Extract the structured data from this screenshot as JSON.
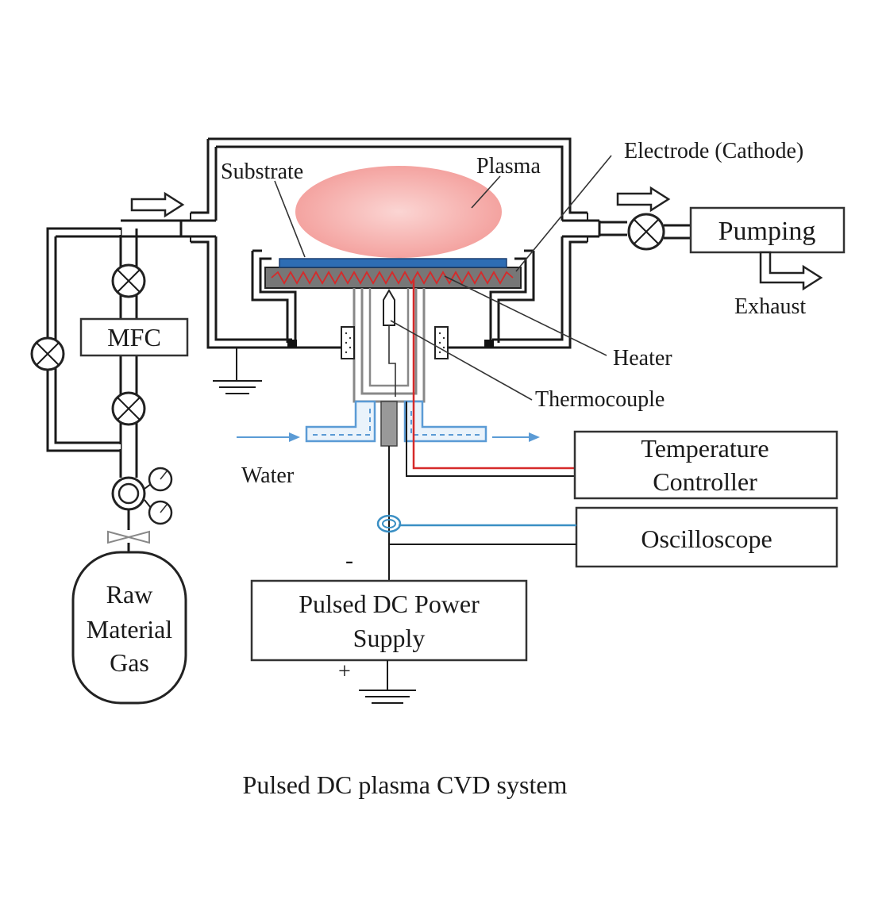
{
  "labels": {
    "substrate": "Substrate",
    "plasma": "Plasma",
    "electrode": "Electrode (Cathode)",
    "pumping": "Pumping",
    "exhaust": "Exhaust",
    "mfc": "MFC",
    "heater": "Heater",
    "thermocouple": "Thermocouple",
    "water": "Water",
    "temperature_controller_line1": "Temperature",
    "temperature_controller_line2": "Controller",
    "oscilloscope": "Oscilloscope",
    "power_supply_line1": "Pulsed DC Power",
    "power_supply_line2": "Supply",
    "minus": "-",
    "plus": "+",
    "gas_line1": "Raw",
    "gas_line2": "Material",
    "gas_line3": "Gas",
    "caption": "Pulsed DC plasma CVD system"
  },
  "colors": {
    "plasma": "#f5a3a3",
    "substrate": "#2e6db4",
    "heater_wire": "#d62a2a",
    "thermocouple_wire": "#d62a2a",
    "water": "#5b9bd5",
    "oscilloscope_probe": "#3a8fc4"
  }
}
